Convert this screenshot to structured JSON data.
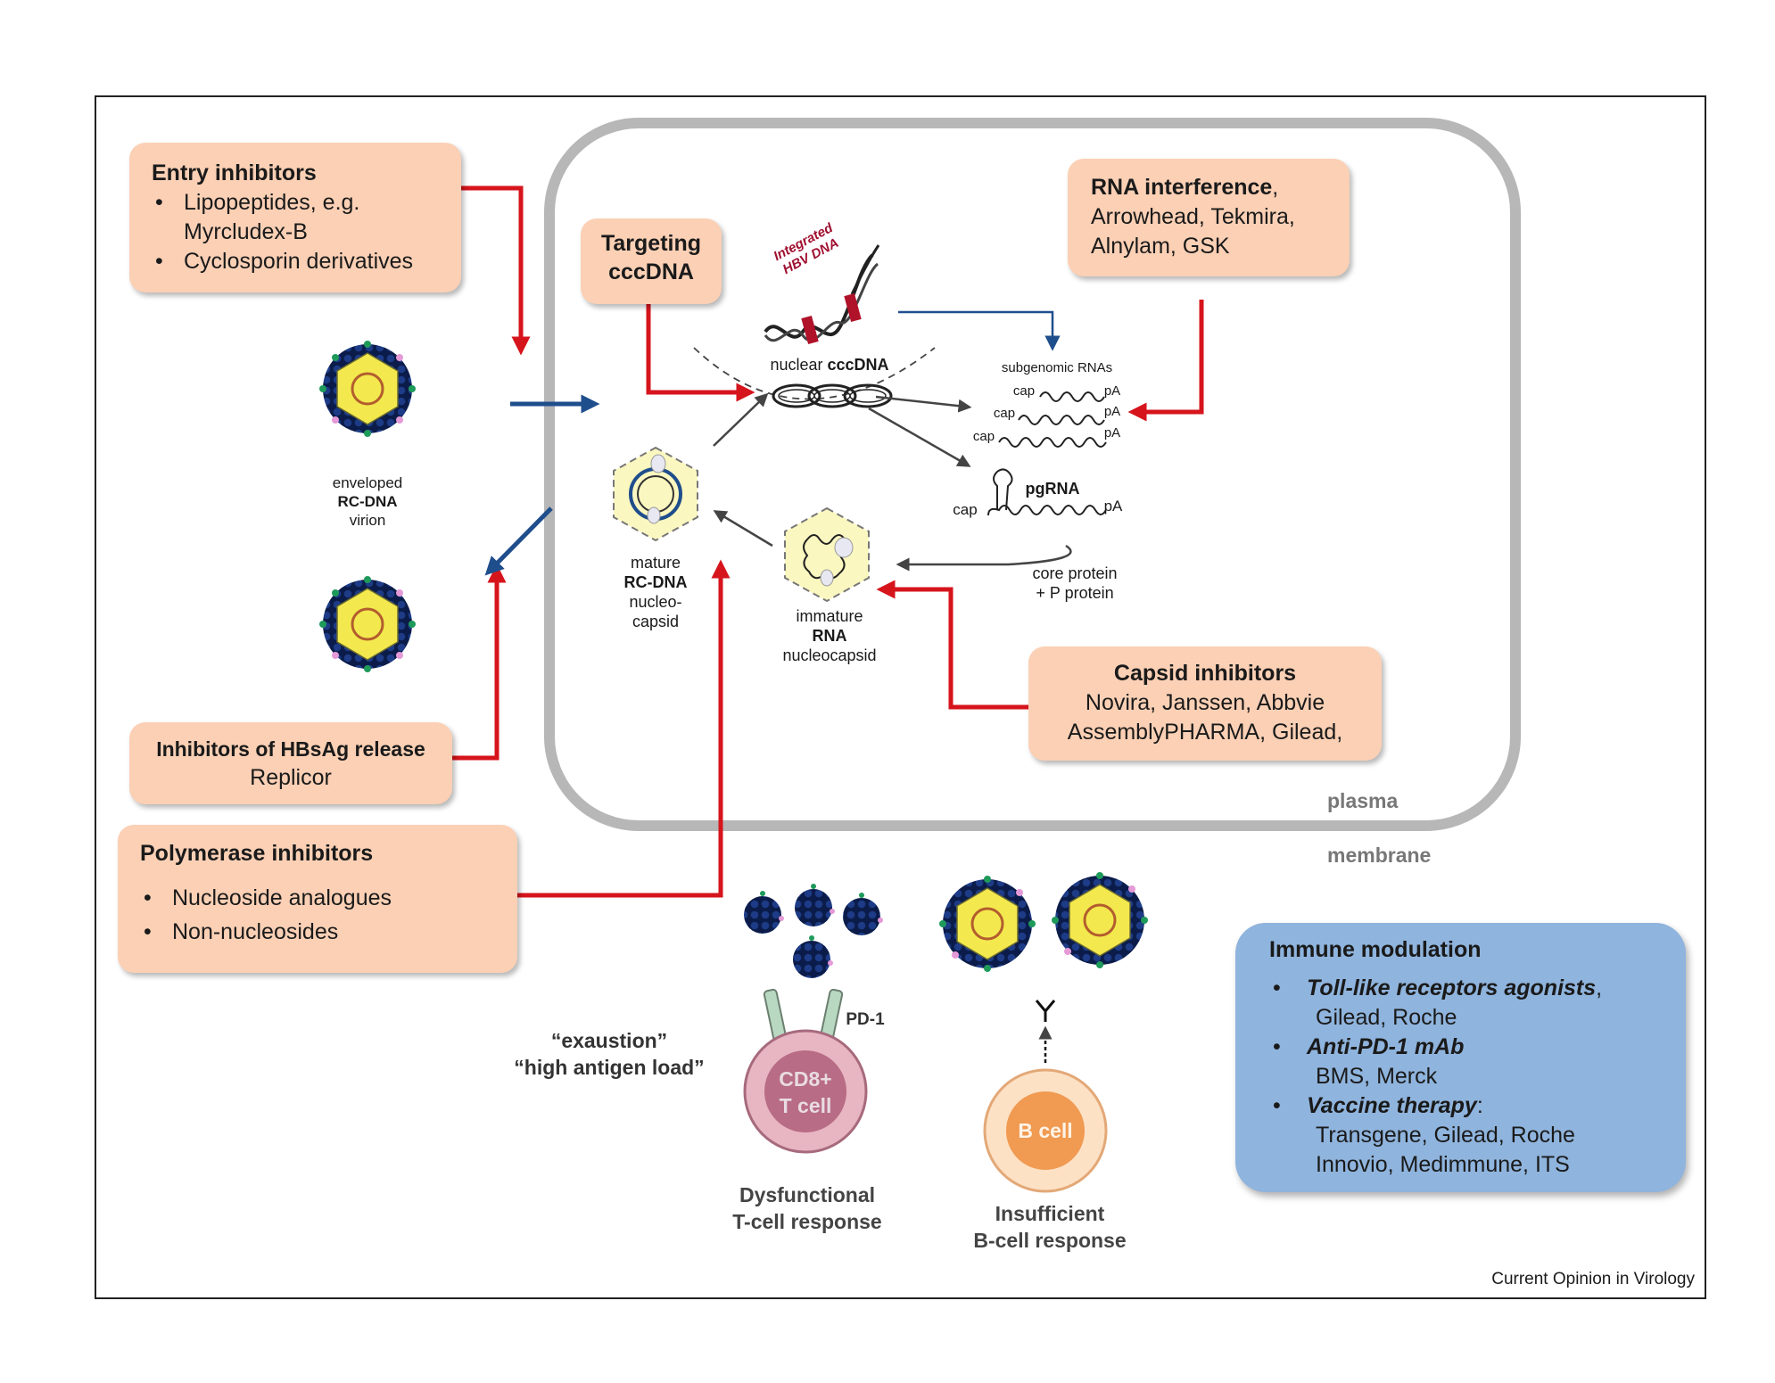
{
  "entry": {
    "title": "Entry inhibitors",
    "items": [
      "Lipopeptides, e.g.",
      "Myrcludex-B",
      "Cyclosporin derivatives"
    ]
  },
  "targeting": {
    "line1": "Targeting",
    "line2": "cccDNA"
  },
  "rnai": {
    "title": "RNA interference",
    "title_suffix": ",",
    "line2": "Arrowhead, Tekmira,",
    "line3": "Alnylam, GSK"
  },
  "capsid": {
    "title": "Capsid inhibitors",
    "line2": "Novira, Janssen, Abbvie",
    "line3": "AssemblyPHARMA, Gilead,"
  },
  "hbsag": {
    "title": "Inhibitors of HBsAg release",
    "line2": "Replicor"
  },
  "polymerase": {
    "title": "Polymerase inhibitors",
    "items": [
      "Nucleoside analogues",
      "Non-nucleosides"
    ]
  },
  "immune": {
    "title": "Immune modulation",
    "items": [
      {
        "name": "Toll-like receptors agonists",
        "suffix": ",",
        "detail": [
          "Gilead, Roche"
        ]
      },
      {
        "name": "Anti-PD-1 mAb",
        "suffix": "",
        "detail": [
          "BMS, Merck"
        ]
      },
      {
        "name": "Vaccine therapy",
        "suffix": ":",
        "detail": [
          "Transgene, Gilead, Roche",
          "Innovio, Medimmune, ITS"
        ]
      }
    ]
  },
  "labels": {
    "integrated1": "Integrated",
    "integrated2": "HBV DNA",
    "nuclear_prefix": "nuclear ",
    "nuclear_bold": "cccDNA",
    "subgenomic": "subgenomic RNAs",
    "cap": "cap",
    "pa": "pA",
    "pgrna": "pgRNA",
    "core1": "core protein",
    "core2": "+ P protein",
    "mature1": "mature",
    "mature2": "RC-DNA",
    "mature3": "nucleo-",
    "mature4": "capsid",
    "immature1": "immature",
    "immature2": "RNA",
    "immature3": "nucleocapsid",
    "env1": "enveloped",
    "env2": "RC-DNA",
    "env3": "virion",
    "plasma": "plasma",
    "membrane": "membrane",
    "exhaustion1": "“exaustion”",
    "exhaustion2": "“high antigen load”",
    "pd1": "PD-1",
    "cd8_1": "CD8+",
    "cd8_2": "T cell",
    "bcell": "B cell",
    "dys1": "Dysfunctional",
    "dys2": "T-cell response",
    "ins1": "Insufficient",
    "ins2": "B-cell response",
    "credit": "Current Opinion in Virology"
  },
  "colors": {
    "box_fill": "#fbd0b5",
    "immune_fill": "#8fb4dd",
    "red_arrow": "#d6141c",
    "blue_arrow": "#1f4e8c",
    "cell_border": "#b7b7b7"
  }
}
